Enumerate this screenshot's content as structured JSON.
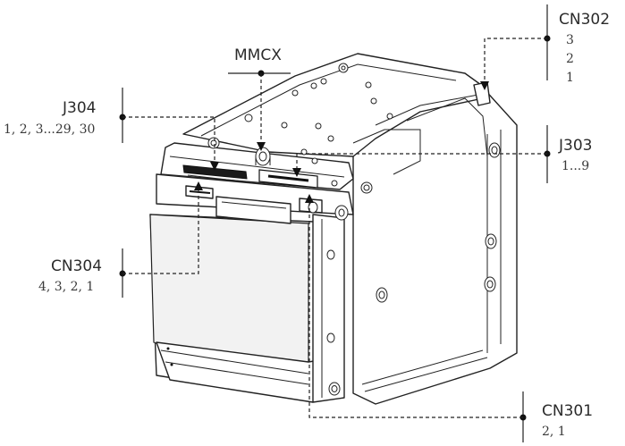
{
  "labels": {
    "cn302": {
      "title": "CN302",
      "pins": [
        "3",
        "2",
        "1"
      ]
    },
    "mmcx": {
      "title": "MMCX"
    },
    "j304": {
      "title": "J304",
      "pins": "1, 2, 3...29, 30"
    },
    "j303": {
      "title": "J303",
      "pins": "1...9"
    },
    "cn304": {
      "title": "CN304",
      "pins": "4, 3, 2, 1"
    },
    "cn301": {
      "title": "CN301",
      "pins": "2, 1"
    }
  }
}
